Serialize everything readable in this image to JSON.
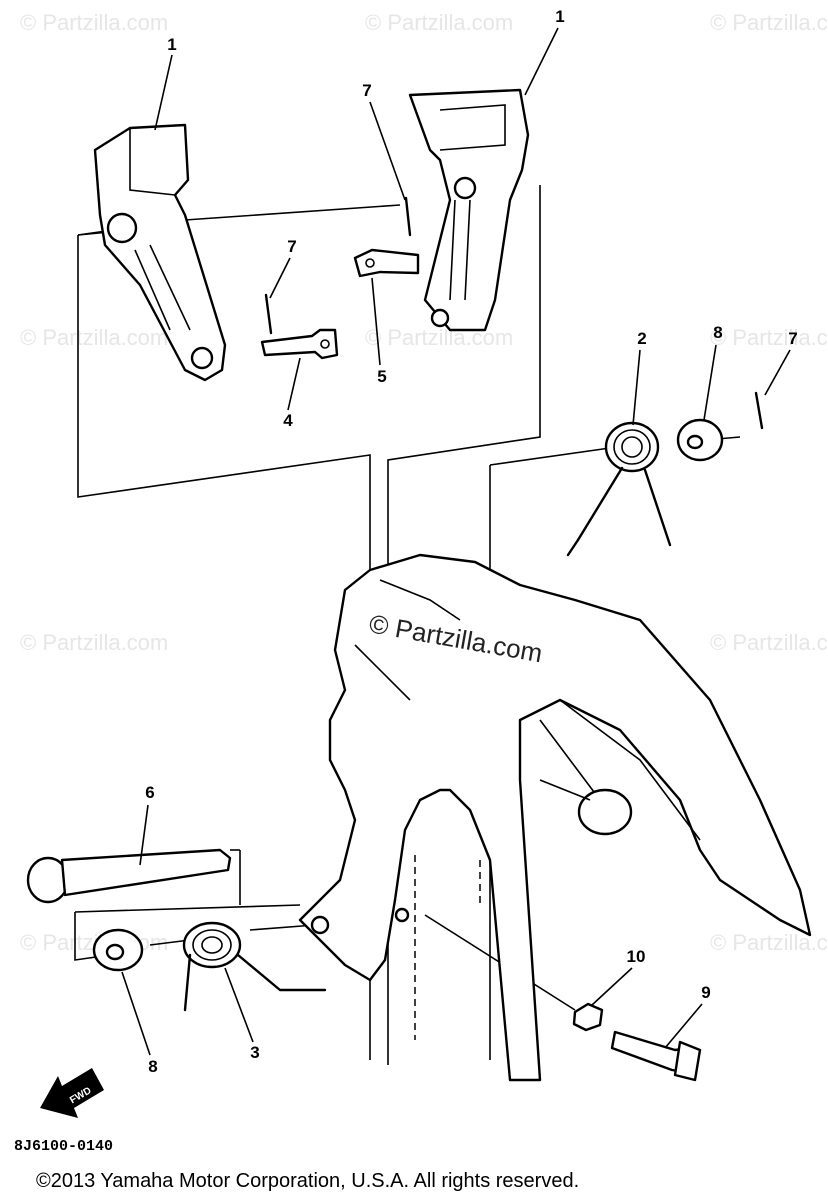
{
  "watermark_text": "© Partzilla.com",
  "center_watermark": "© Partzilla.com",
  "callouts": {
    "c1a": "1",
    "c1b": "1",
    "c2": "2",
    "c3": "3",
    "c4": "4",
    "c5": "5",
    "c6": "6",
    "c7a": "7",
    "c7b": "7",
    "c7c": "7",
    "c8a": "8",
    "c8b": "8",
    "c9": "9",
    "c10": "10"
  },
  "fwd_label": "FWD",
  "diagram_code": "8J6100-0140",
  "copyright": "©2013 Yamaha Motor Corporation, U.S.A. All rights reserved."
}
